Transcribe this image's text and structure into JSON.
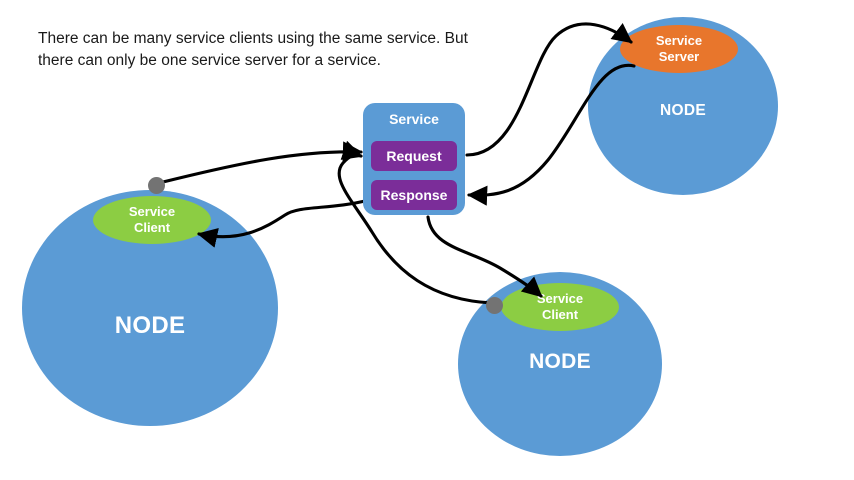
{
  "caption": {
    "text": "There can be many service clients using the same service. But\nthere can only be one service server for a service."
  },
  "service_box": {
    "title": "Service",
    "request_label": "Request",
    "response_label": "Response"
  },
  "nodes": [
    {
      "id": "node-left",
      "label": "NODE",
      "role": "client-node"
    },
    {
      "id": "node-server",
      "label": "NODE",
      "role": "server-node"
    },
    {
      "id": "node-bottom",
      "label": "NODE",
      "role": "client-node"
    }
  ],
  "endpoints": {
    "client_left": {
      "line1": "Service",
      "line2": "Client"
    },
    "client_bottom": {
      "line1": "Service",
      "line2": "Client"
    },
    "service_server": {
      "line1": "Service",
      "line2": "Server"
    }
  },
  "icons": {
    "connector_dot": "connector-dot-icon",
    "arrow_head": "arrow-head-icon"
  },
  "connections": [
    {
      "from": "client-left-dot",
      "to": "request-box",
      "direction": "to-service"
    },
    {
      "from": "client-bottom-dot",
      "to": "request-box",
      "direction": "to-service"
    },
    {
      "from": "request-box",
      "to": "service-server",
      "direction": "to-server"
    },
    {
      "from": "service-server",
      "to": "response-box",
      "direction": "to-service"
    },
    {
      "from": "response-box",
      "to": "client-left",
      "direction": "to-client"
    },
    {
      "from": "response-box",
      "to": "client-bottom",
      "direction": "to-client"
    }
  ],
  "colors": {
    "node_blue": "#5b9bd5",
    "service_purple": "#7b2d99",
    "client_green": "#8ccd43",
    "server_orange": "#e8762c",
    "connector_grey": "#737373",
    "arrow_black": "#000000",
    "text_white": "#ffffff",
    "caption_text": "#1a1a1a",
    "background": "#ffffff"
  }
}
